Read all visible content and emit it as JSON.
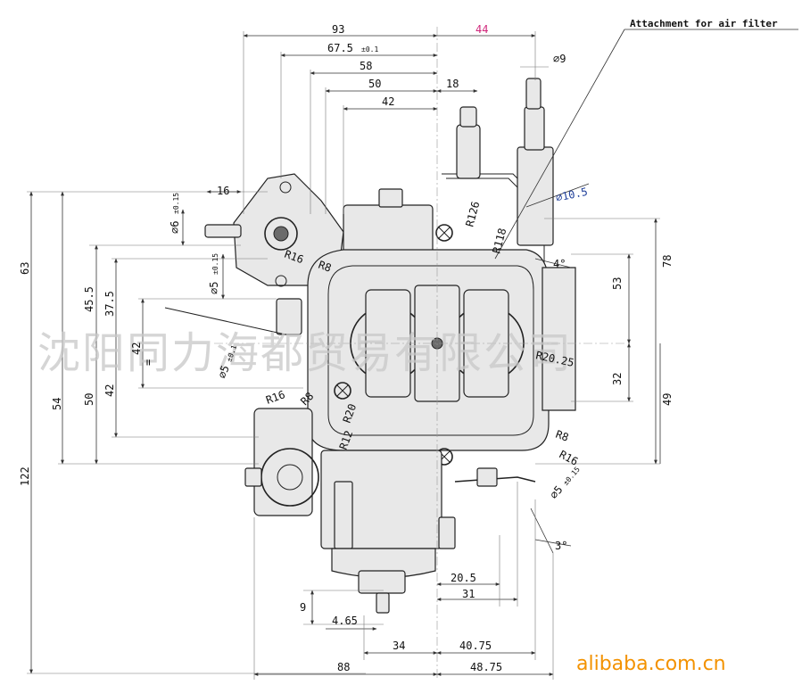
{
  "callout": "Attachment for air filter",
  "watermark": "沈阳同力海都贸易有限公司",
  "site": "alibaba.com.cn",
  "colors": {
    "accent_magenta": "#d0267a",
    "accent_blue": "#1f3f9a",
    "site_orange": "#f39200"
  },
  "dims_top": {
    "d93": "93",
    "d44": "44",
    "d67": "67.5",
    "d67_tol": "±0.1",
    "d58": "58",
    "d50": "50",
    "d18": "18",
    "d42": "42",
    "d9": "9"
  },
  "dims_left": {
    "d16": "16",
    "d6": "6",
    "d6_tol": "±0.15",
    "d5": "5",
    "d5_tol": "±0.15",
    "d63": "63",
    "d45": "45.5",
    "d37": "37.5",
    "d42": "42",
    "deq": "=",
    "d54": "54",
    "d50": "50",
    "d42b": "42",
    "d122": "122",
    "d5b": "5",
    "d5b_tol": "±0.1"
  },
  "dims_right": {
    "d78": "78",
    "d53": "53",
    "d32": "32",
    "d49": "49",
    "d10": "10.5",
    "a4": "4°",
    "a3": "3°",
    "d5c": "5",
    "d5c_tol": "±0.15"
  },
  "radii": {
    "r126": "R126",
    "r118": "R118",
    "r16a": "R16",
    "r8a": "R8",
    "r16b": "R16",
    "r8b": "R8",
    "r20": "R20",
    "r12": "R12",
    "r2025": "R20.25",
    "r8c": "R8",
    "r16c": "R16"
  },
  "dims_bottom": {
    "d205": "20.5",
    "d31": "31",
    "d9": "9",
    "d465": "4.65",
    "d34": "34",
    "d4075": "40.75",
    "d88": "88",
    "d4875": "48.75"
  }
}
